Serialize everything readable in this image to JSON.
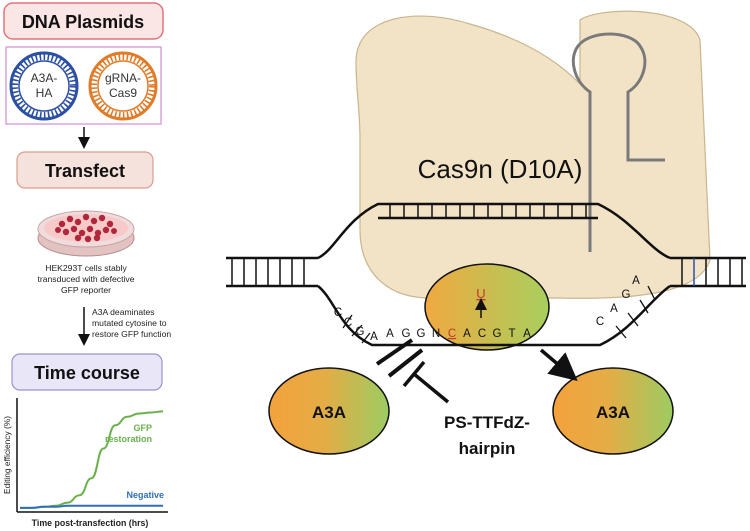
{
  "left_panel": {
    "title_plasmids": "DNA Plasmids",
    "plasmid_a3a_line1": "A3A-",
    "plasmid_a3a_line2": "HA",
    "plasmid_grna_line1": "gRNA-",
    "plasmid_grna_line2": "Cas9",
    "step_transfect": "Transfect",
    "cells_caption_line1": "HEK293T cells stably",
    "cells_caption_line2": "transduced with defective",
    "cells_caption_line3": "GFP reporter",
    "deaminate_line1": "A3A deaminates",
    "deaminate_line2": "mutated cytosine to",
    "deaminate_line3": "restore GFP function",
    "step_timecourse": "Time course"
  },
  "chart_data": {
    "type": "line",
    "title": "",
    "xlabel": "Time post-transfection (hrs)",
    "ylabel": "Editing efficiency (%)",
    "grid": false,
    "series": [
      {
        "name": "GFP restoration",
        "name_line1": "GFP",
        "name_line2": "restoration",
        "color": "#6ab04c",
        "values": [
          2,
          2,
          3,
          4,
          7,
          14,
          30,
          58,
          80,
          88,
          91,
          92,
          93
        ]
      },
      {
        "name": "Negative",
        "color": "#2e6fb5",
        "values": [
          2,
          2,
          3,
          3,
          4,
          4,
          4,
          4,
          4,
          4,
          4,
          4,
          4
        ]
      }
    ]
  },
  "diagram": {
    "cas9_label": "Cas9n (D10A)",
    "bases": [
      "C",
      "C",
      "G",
      "A",
      "A",
      "G",
      "G",
      "N",
      "C",
      "A",
      "C",
      "G",
      "T",
      "A",
      "C",
      "A",
      "G",
      "A"
    ],
    "edited_base": "U",
    "a3a_label_left": "A3A",
    "a3a_label_right": "A3A",
    "inhibitor_line1": "PS-TTFdZ-",
    "inhibitor_line2": "hairpin"
  },
  "colors": {
    "brand_red": "#e2747c",
    "plasmid_blue": "#2b4fa3",
    "plasmid_orange": "#e07b2a",
    "cas9_fill": "#f3e3c6",
    "a3a_orange": "#f4a23c",
    "a3a_green": "#9ccc62",
    "edit_red": "#c0392b"
  }
}
